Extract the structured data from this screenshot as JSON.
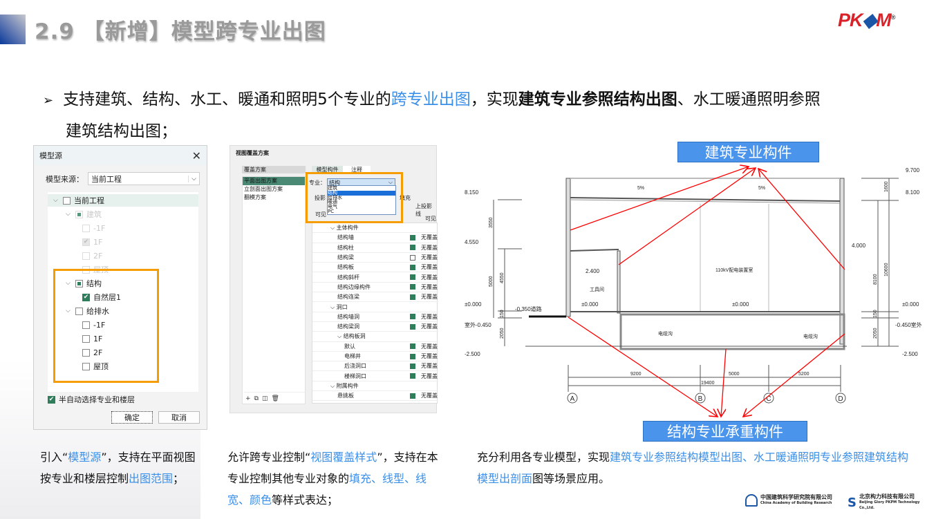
{
  "header": {
    "title": "2.9 【新增】模型跨专业出图",
    "logo": "PKPM",
    "logo_reg": "®"
  },
  "bullet": {
    "marker": "➢",
    "p1": "支持建筑、结构、水工、暖通和照明5个专业的",
    "p2": "跨专业出图",
    "p3": "，实现",
    "p4": "建筑专业参照结构出图",
    "p5": "、水工暖通照明参照",
    "p6": "建筑结构出图；"
  },
  "dialog1": {
    "title": "模型源",
    "close": "✕",
    "source_label": "模型来源：",
    "source_value": "当前工程",
    "tree": [
      {
        "label": "当前工程",
        "state": "off",
        "level": 0,
        "chev": true
      },
      {
        "label": "建筑",
        "state": "part",
        "level": 1,
        "chev": true,
        "disabled": true
      },
      {
        "label": "-1F",
        "state": "off",
        "level": 2,
        "disabled": true
      },
      {
        "label": "1F",
        "state": "on",
        "level": 2,
        "disabled": true
      },
      {
        "label": "2F",
        "state": "off",
        "level": 2,
        "disabled": true
      },
      {
        "label": "屋顶",
        "state": "off",
        "level": 2,
        "disabled": true
      },
      {
        "label": "结构",
        "state": "part",
        "level": 1,
        "chev": true
      },
      {
        "label": "自然层1",
        "state": "on",
        "level": 2
      },
      {
        "label": "给排水",
        "state": "off",
        "level": 1,
        "chev": true
      },
      {
        "label": "-1F",
        "state": "off",
        "level": 2
      },
      {
        "label": "1F",
        "state": "off",
        "level": 2
      },
      {
        "label": "2F",
        "state": "off",
        "level": 2
      },
      {
        "label": "屋顶",
        "state": "off",
        "level": 2
      }
    ],
    "auto_label": "半自动选择专业和楼层",
    "ok": "确定",
    "cancel": "取消"
  },
  "dialog2": {
    "title": "视图覆盖方案",
    "scheme_header": "覆盖方案",
    "schemes": [
      "平面出图方案",
      "立剖面出图方案",
      "翻模方案"
    ],
    "tabs": [
      "模型构件",
      "注释"
    ],
    "discipline_label": "专业：",
    "discipline_value": "结构",
    "discipline_options": [
      "建筑",
      "结构",
      "给排水",
      "暖通",
      "电气",
      "PC"
    ],
    "subtab1": "投影",
    "subtab2": "填充",
    "subtab3": "上投影线",
    "col_visible": "可见",
    "col_visible2": "可见",
    "toolbar_icons": [
      "+",
      "⧉",
      "◫",
      "🗑"
    ],
    "rows": [
      {
        "name": "主体构件",
        "level": 0,
        "group": true
      },
      {
        "name": "结构墙",
        "level": 1,
        "checked": true,
        "ov": "无覆盖"
      },
      {
        "name": "结构柱",
        "level": 1,
        "checked": true,
        "ov": "无覆盖"
      },
      {
        "name": "结构梁",
        "level": 1,
        "checked": false,
        "ov": "无覆盖"
      },
      {
        "name": "结构板",
        "level": 1,
        "checked": true,
        "ov": "无覆盖"
      },
      {
        "name": "结构斜杆",
        "level": 1,
        "checked": true,
        "ov": "无覆盖"
      },
      {
        "name": "结构边缘构件",
        "level": 1,
        "checked": true,
        "ov": "无覆盖"
      },
      {
        "name": "结构连梁",
        "level": 1,
        "checked": true,
        "ov": "无覆盖"
      },
      {
        "name": "洞口",
        "level": 0,
        "group": true
      },
      {
        "name": "结构墙洞",
        "level": 1,
        "checked": true,
        "ov": "无覆盖"
      },
      {
        "name": "结构梁洞",
        "level": 1,
        "checked": true,
        "ov": "无覆盖"
      },
      {
        "name": "结构板洞",
        "level": 1,
        "group": true
      },
      {
        "name": "默认",
        "level": 2,
        "checked": true,
        "ov": "无覆盖"
      },
      {
        "name": "电梯井",
        "level": 2,
        "checked": true,
        "ov": "无覆盖"
      },
      {
        "name": "后浇洞口",
        "level": 2,
        "checked": true,
        "ov": "无覆盖"
      },
      {
        "name": "楼梯洞口",
        "level": 2,
        "checked": true,
        "ov": "无覆盖"
      },
      {
        "name": "附属构件",
        "level": 0,
        "group": true
      },
      {
        "name": "悬挑板",
        "level": 1,
        "checked": true,
        "ov": "无覆盖"
      }
    ]
  },
  "drawing": {
    "tag_top": "建筑专业构件",
    "tag_bottom": "结构专业承重构件",
    "elev_left": [
      "8.150",
      "4.550",
      "±0.000",
      "室外-0.450",
      "-2.500"
    ],
    "elev_right": [
      "9.700",
      "8.100",
      "4.000",
      "±0.000",
      "-0.450室外",
      "-2.500"
    ],
    "elev_inner": [
      "2.400",
      "±0.000",
      "±0.000",
      "-0.350道路"
    ],
    "dims_left": [
      "3550",
      "5000",
      "4550",
      "150",
      "2050"
    ],
    "dims_right": [
      "1600",
      "8100",
      "10600",
      "150",
      "2050"
    ],
    "slopes": [
      "5%",
      "5%"
    ],
    "rooms": [
      "工具间",
      "110kV配电装置室",
      "电缆沟",
      "电缆沟"
    ],
    "axis_dims": [
      "9200",
      "5000",
      "5200",
      "19400"
    ],
    "axes": [
      "A",
      "B",
      "C",
      "D"
    ],
    "arrow_color": "#ff0000"
  },
  "captions": {
    "c1": [
      "引入“",
      "模型源",
      "”，支持在平面视图按专业和楼层控制",
      "出图范围",
      "；"
    ],
    "c2": [
      "允许跨专业控制“",
      "视图覆盖样式",
      "”，支持在本专业控制其他专业对象的",
      "填充、线型、线宽、颜色",
      "等样式表达；"
    ],
    "c3": [
      "充分利用各专业模型，实现",
      "建筑专业参照结构模型出图、水工暖通照明专业参照建筑结构模型出剖面",
      "图等场景应用。"
    ]
  },
  "footer": {
    "org1_cn": "中国建筑科学研究院有限公司",
    "org1_en": "China Academy of Building Research",
    "org2_cn": "北京构力科技有限公司",
    "org2_en": "Beijing Glory PKPM Technology Co.,Ltd."
  },
  "colors": {
    "accent": "#3a8fe8",
    "highlight_box": "#f59c00",
    "arrow": "#ff0000",
    "tag_bg": "#4b94ec"
  }
}
